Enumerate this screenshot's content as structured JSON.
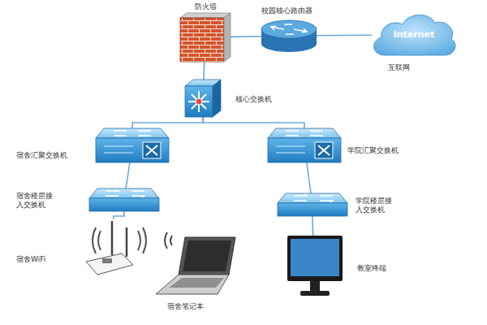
{
  "diagram": {
    "nodes": [
      {
        "text": [
          "防火墙"
        ]
      },
      {
        "text": [
          "校园核心路由器"
        ]
      },
      {
        "text": [
          "Internet",
          "互联网"
        ]
      },
      {
        "text": [
          "核心交换机"
        ]
      },
      {
        "text": [
          "宿舍汇聚交换机"
        ]
      },
      {
        "text": [
          "学院汇聚交换机"
        ]
      },
      {
        "text": [
          "宿舍楼层接入交换机"
        ]
      },
      {
        "text": [
          "学院楼层接入交换机"
        ]
      },
      {
        "text": [
          "宿舍WiFi"
        ]
      },
      {
        "text": [
          "宿舍笔记本"
        ]
      },
      {
        "text": [
          "教室终端"
        ]
      }
    ],
    "edges": [
      {
        "from": 0,
        "to": 1,
        "arrow": "none"
      },
      {
        "from": 1,
        "to": 2,
        "arrow": "none"
      },
      {
        "from": 0,
        "to": 3,
        "arrow": "none"
      },
      {
        "from": 3,
        "to": 4,
        "arrow": "none"
      },
      {
        "from": 3,
        "to": 5,
        "arrow": "none"
      },
      {
        "from": 4,
        "to": 6,
        "arrow": "none"
      },
      {
        "from": 5,
        "to": 7,
        "arrow": "none"
      },
      {
        "from": 6,
        "to": 8,
        "arrow": "none"
      },
      {
        "from": 7,
        "to": 10,
        "arrow": "none"
      }
    ]
  }
}
